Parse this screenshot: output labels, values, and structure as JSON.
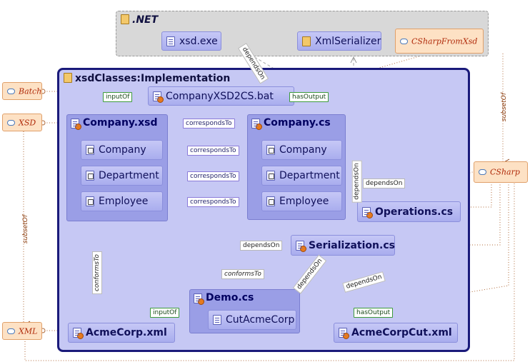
{
  "colors": {
    "impl_border": "#1a1a7a",
    "impl_fill": "#c6c8f4",
    "artifact": "#9a9ee6",
    "concept_fill": "#fde1c4",
    "concept_text": "#b02a0a",
    "green_edge": "#11a611",
    "purple_edge": "#5a4ad0"
  },
  "groups": {
    "net": {
      "title": ".NET"
    },
    "impl": {
      "title": "xsdClasses:Implementation"
    }
  },
  "net_items": {
    "xsd_exe": "xsd.exe",
    "xml_serializer": "XmlSerializer"
  },
  "concepts": {
    "csharp_from_xsd": "CSharpFromXsd",
    "batch": "Batch",
    "xsd": "XSD",
    "csharp": "CSharp",
    "xml": "XML"
  },
  "artifacts": {
    "company_xsd2cs": "CompanyXSD2CS.bat",
    "company_xsd": {
      "title": "Company.xsd",
      "items": [
        "Company",
        "Department",
        "Employee"
      ]
    },
    "company_cs": {
      "title": "Company.cs",
      "items": [
        "Company",
        "Department",
        "Employee"
      ]
    },
    "operations_cs": "Operations.cs",
    "serialization_cs": "Serialization.cs",
    "demo_cs": {
      "title": "Demo.cs",
      "item": "CutAcmeCorp"
    },
    "acmecorp_xml": "AcmeCorp.xml",
    "acmecorpcut_xml": "AcmeCorpCut.xml"
  },
  "edge_labels": {
    "input_of_top": "inputOf",
    "has_output_top": "hasOutput",
    "corresponds_to_main": "correspondsTo",
    "corresponds_to_company": "correspondsTo",
    "corresponds_to_department": "correspondsTo",
    "corresponds_to_employee": "correspondsTo",
    "depends_on_xsd": "dependsOn",
    "depends_on_ops": "dependsOn",
    "depends_on_xmlser": "dependsOn",
    "depends_on_serial": "dependsOn",
    "depends_on_demo_ser": "dependsOn",
    "depends_on_demo_ops": "dependsOn",
    "conforms_to_acme": "conformsTo",
    "conforms_to_cut": "conformsTo",
    "input_of_bottom": "inputOf",
    "has_output_bottom": "hasOutput",
    "subset_of_left": "subsetOf",
    "subset_of_right": "subsetOf"
  }
}
